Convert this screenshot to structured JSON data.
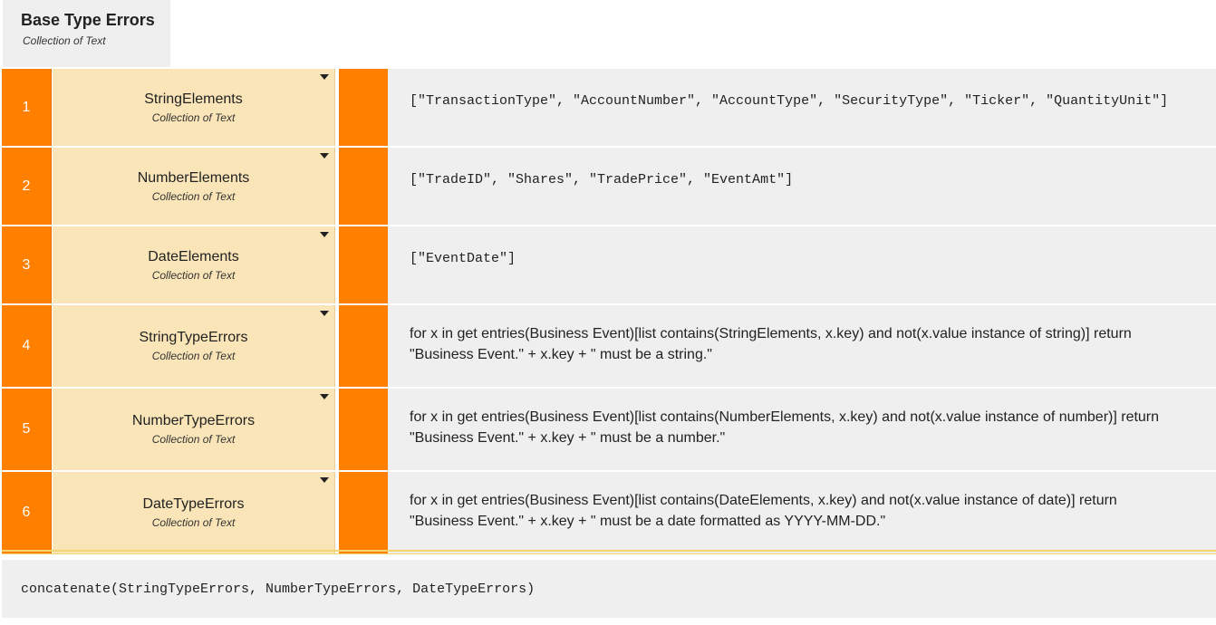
{
  "header": {
    "title": "Base Type Errors",
    "subtitle": "Collection of Text"
  },
  "colors": {
    "index_bg": "#ff7f00",
    "name_bg": "#fae5b8",
    "expr_bg": "#efefef",
    "separator": "#f5d66e"
  },
  "rows": [
    {
      "index": "1",
      "name": "StringElements",
      "type": "Collection of Text",
      "expression_line1": "[\"TransactionType\", \"AccountNumber\", \"AccountType\", \"SecurityType\", \"Ticker\", \"QuantityUnit\"]",
      "expression_line2": ""
    },
    {
      "index": "2",
      "name": "NumberElements",
      "type": "Collection of Text",
      "expression_line1": "[\"TradeID\", \"Shares\", \"TradePrice\", \"EventAmt\"]",
      "expression_line2": ""
    },
    {
      "index": "3",
      "name": "DateElements",
      "type": "Collection of Text",
      "expression_line1": "[\"EventDate\"]",
      "expression_line2": ""
    },
    {
      "index": "4",
      "name": "StringTypeErrors",
      "type": "Collection of Text",
      "expression_line1": "for x in get entries(Business Event)[list contains(StringElements, x.key) and not(x.value instance of string)] return",
      "expression_line2": "\"Business Event.\" + x.key + \" must be a string.\""
    },
    {
      "index": "5",
      "name": "NumberTypeErrors",
      "type": "Collection of Text",
      "expression_line1": "for x in get entries(Business Event)[list contains(NumberElements, x.key) and not(x.value instance of number)] return",
      "expression_line2": "\"Business Event.\" + x.key + \" must be a number.\""
    },
    {
      "index": "6",
      "name": "DateTypeErrors",
      "type": "Collection of Text",
      "expression_line1": "for x in get entries(Business Event)[list contains(DateElements, x.key) and not(x.value instance of date)] return",
      "expression_line2": "\"Business Event.\" + x.key + \" must be a date formatted as YYYY-MM-DD.\""
    }
  ],
  "result": {
    "expression": "concatenate(StringTypeErrors, NumberTypeErrors, DateTypeErrors)"
  }
}
